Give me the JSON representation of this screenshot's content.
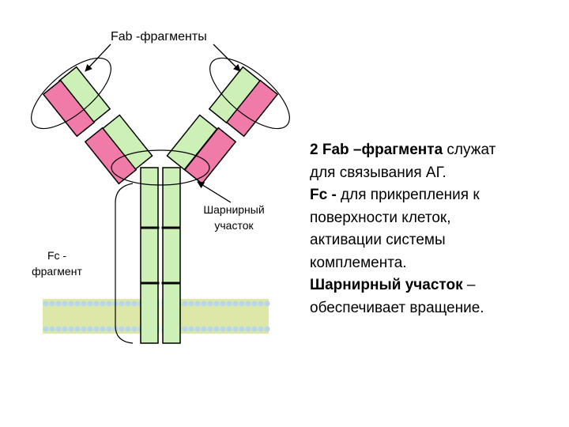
{
  "labels": {
    "fab_fragments": "Fab -фрагменты",
    "hinge_line1": "Шарнирный",
    "hinge_line2": "участок",
    "fc_line1": "Fc -",
    "fc_line2": "фрагмент"
  },
  "description": {
    "line1_bold": "2 Fab –фрагмента",
    "line1_rest": " служат",
    "line2": "для  связывания АГ.",
    "line3_bold": "Fc -",
    "line3_rest": "  для прикрепления к",
    "line4": "поверхности клеток,",
    "line5": "активации системы",
    "line6": "комплемента.",
    "line7_bold": "Шарнирный участок",
    "line7_rest": " –",
    "line8": "обеспечивает вращение."
  },
  "colors": {
    "light_chain": "#f07aa8",
    "heavy_chain": "#ccf0b6",
    "membrane": "#dde8a8",
    "lipid_head": "#b8d6ea"
  }
}
